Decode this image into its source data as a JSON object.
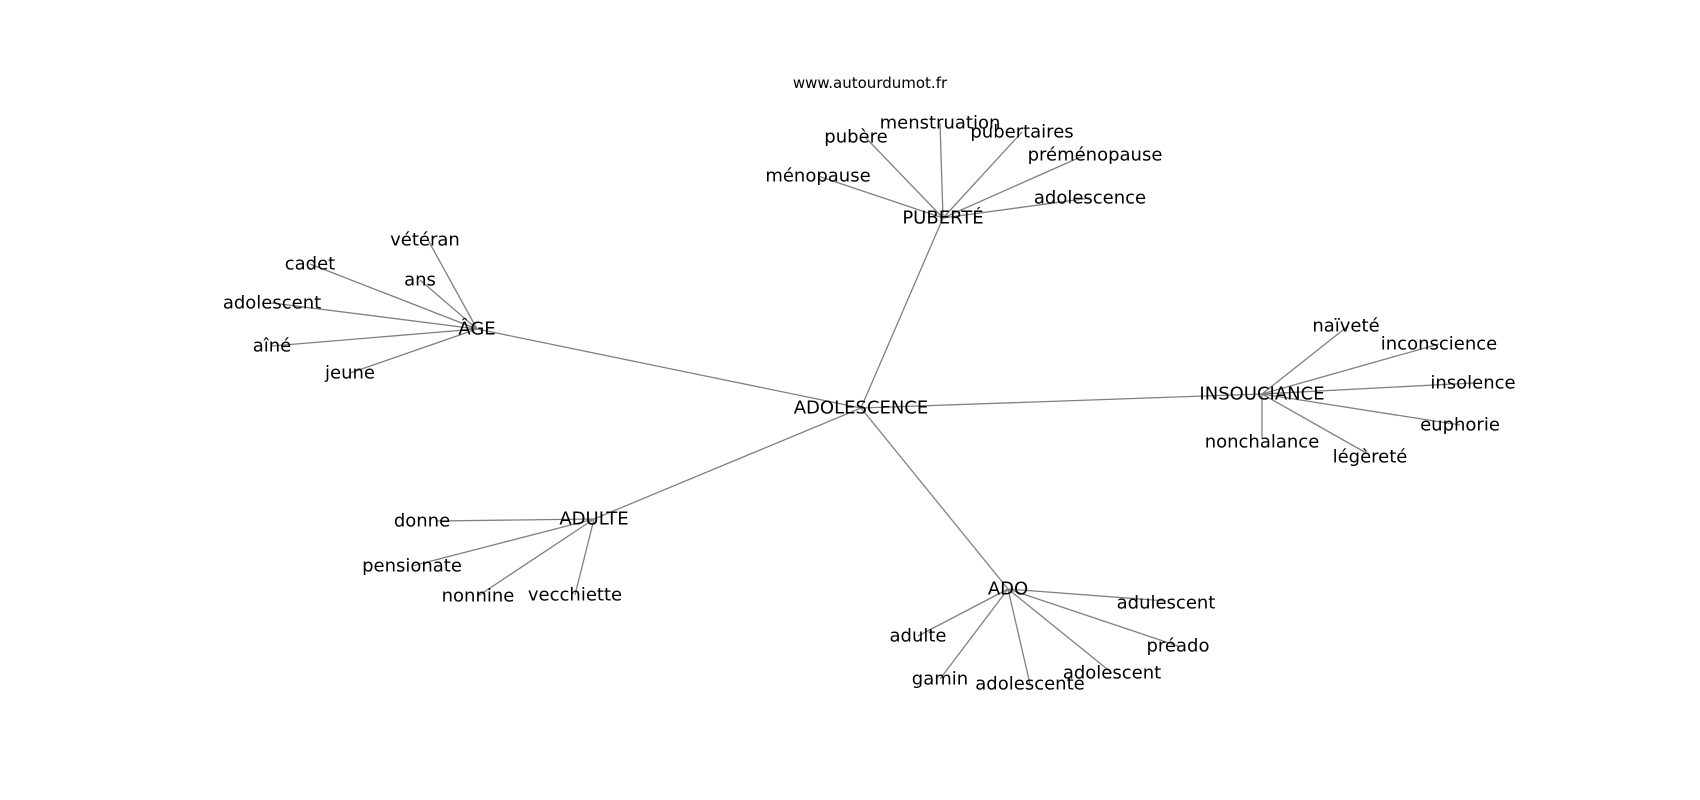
{
  "source": "www.autourdumot.fr",
  "graph": {
    "root": "ADOLESCENCE",
    "hubs": [
      {
        "label": "PUBERTÉ",
        "leaves": [
          "menstruation",
          "pubère",
          "pubertaires",
          "préménopause",
          "ménopause",
          "adolescence"
        ]
      },
      {
        "label": "ÂGE",
        "leaves": [
          "vétéran",
          "cadet",
          "ans",
          "adolescent",
          "aîné",
          "jeune"
        ]
      },
      {
        "label": "INSOUCIANCE",
        "leaves": [
          "naïveté",
          "inconscience",
          "insolence",
          "euphorie",
          "nonchalance",
          "légèreté"
        ]
      },
      {
        "label": "ADULTE",
        "leaves": [
          "donne",
          "pensionate",
          "nonnine",
          "vecchiette"
        ]
      },
      {
        "label": "ADO",
        "leaves": [
          "adulescent",
          "adulte",
          "préado",
          "adolescent",
          "gamin",
          "adolescente"
        ]
      }
    ]
  }
}
